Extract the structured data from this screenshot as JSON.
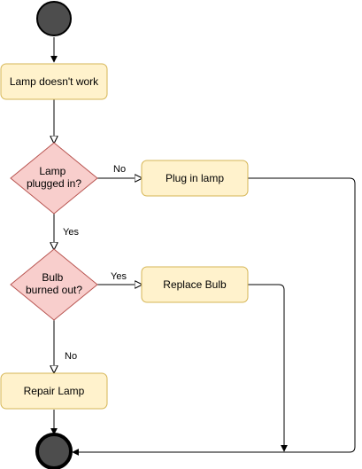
{
  "colors": {
    "process_fill": "#fff2cc",
    "process_stroke": "#d6b656",
    "decision_fill": "#f8cecc",
    "decision_stroke": "#b85450",
    "terminal_fill": "#4d4d4d",
    "line": "#000000"
  },
  "nodes": {
    "lamp_doesnt_work": "Lamp doesn't work",
    "lamp_plugged_in": [
      "Lamp",
      "plugged in?"
    ],
    "plug_in_lamp": "Plug in lamp",
    "bulb_burned_out": [
      "Bulb",
      "burned out?"
    ],
    "replace_bulb": "Replace Bulb",
    "repair_lamp": "Repair Lamp"
  },
  "edges": {
    "plugged_no": "No",
    "plugged_yes": "Yes",
    "bulb_yes": "Yes",
    "bulb_no": "No"
  }
}
